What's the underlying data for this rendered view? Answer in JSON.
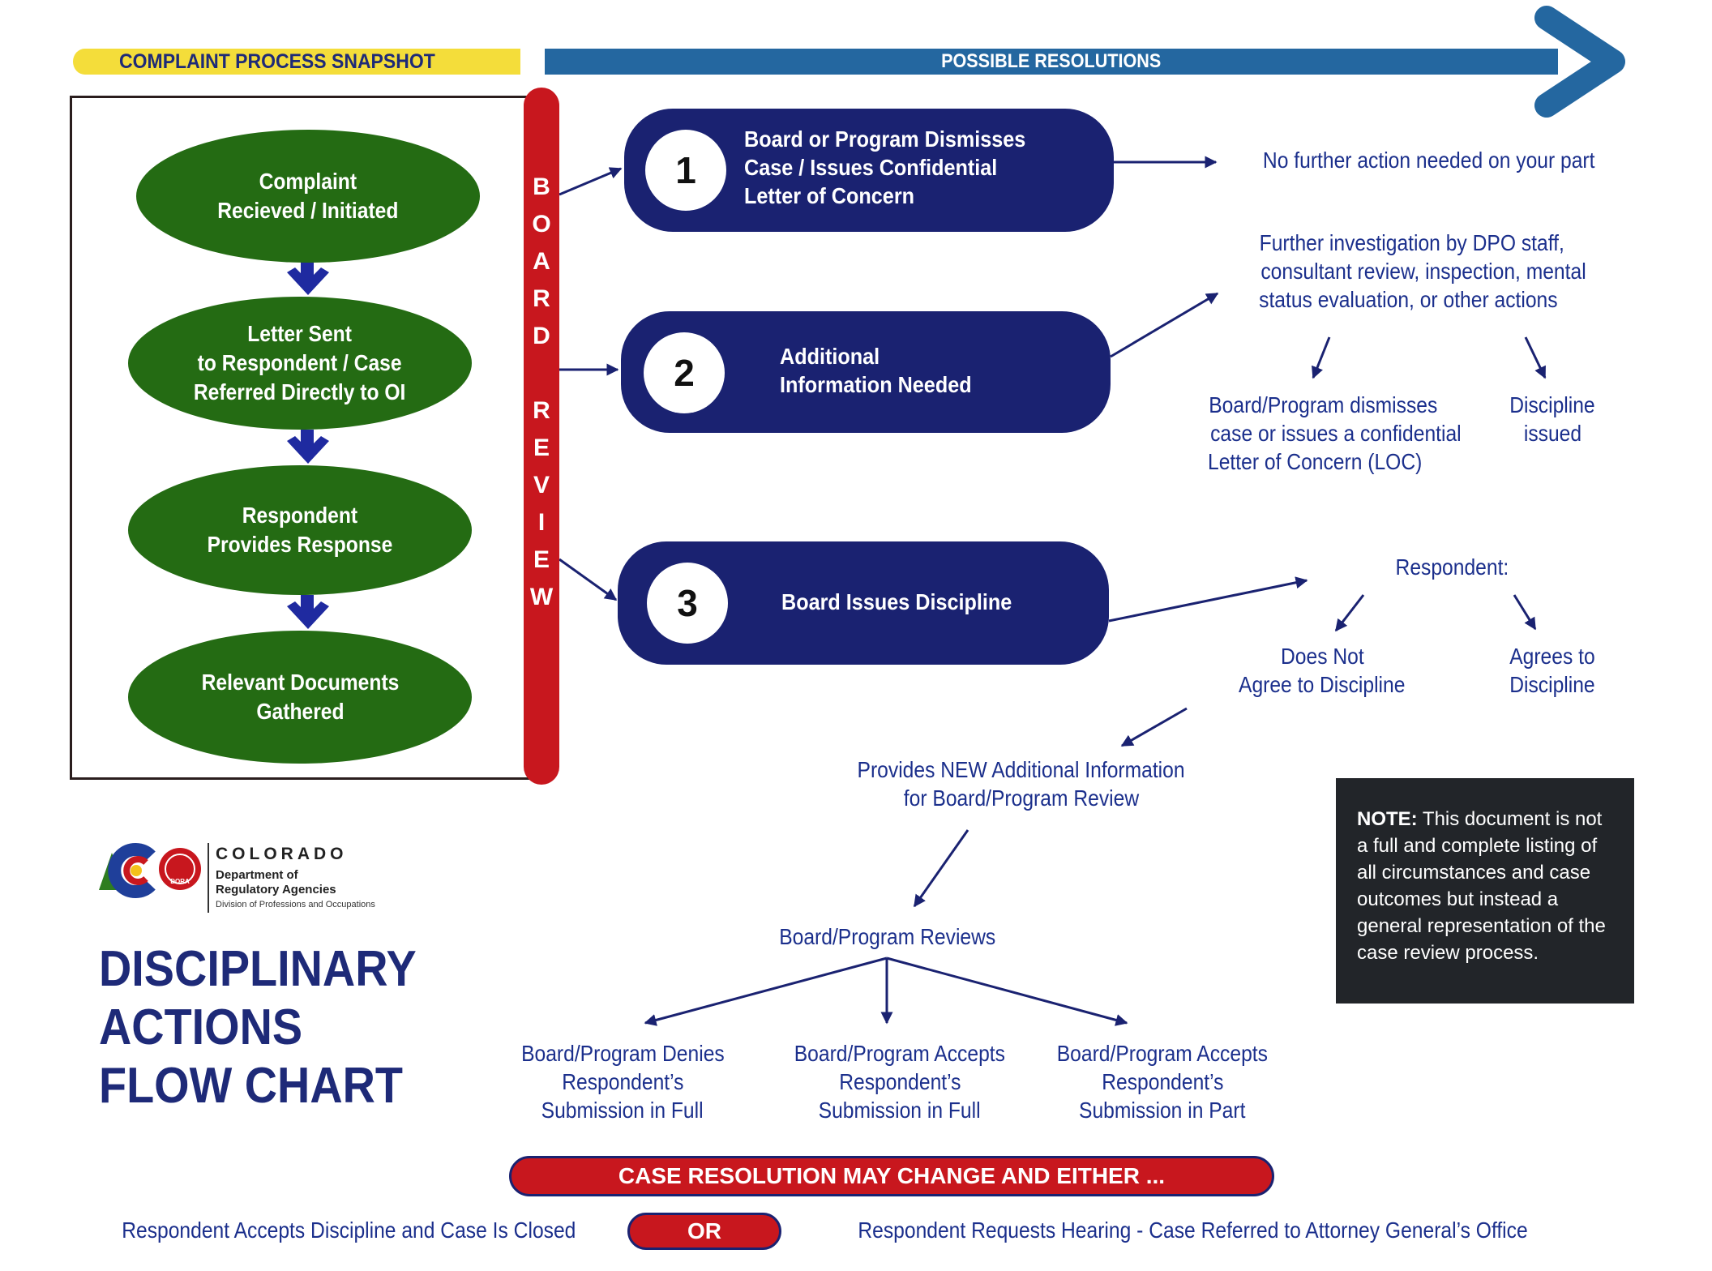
{
  "banner": {
    "left_label": "COMPLAINT PROCESS SNAPSHOT",
    "right_label": "POSSIBLE RESOLUTIONS"
  },
  "process_steps": [
    {
      "line1": "Complaint",
      "line2": "Recieved / Initiated",
      "line3": ""
    },
    {
      "line1": "Letter Sent",
      "line2": "to Respondent / Case",
      "line3": "Referred Directly to OI"
    },
    {
      "line1": "Respondent",
      "line2": "Provides Response",
      "line3": ""
    },
    {
      "line1": "Relevant Documents",
      "line2": "Gathered",
      "line3": ""
    }
  ],
  "board_review": [
    "B",
    "O",
    "A",
    "R",
    "D",
    "R",
    "E",
    "V",
    "I",
    "E",
    "W"
  ],
  "resolutions": [
    {
      "number": "1",
      "line1": "Board or Program Dismisses",
      "line2": "Case / Issues Confidential",
      "line3": "Letter of Concern"
    },
    {
      "number": "2",
      "line1": "Additional",
      "line2": "Information Needed",
      "line3": ""
    },
    {
      "number": "3",
      "line1": "Board Issues Discipline",
      "line2": "",
      "line3": ""
    }
  ],
  "outcomes": {
    "r1_result": "No further action needed on your part",
    "r2_result_l1": "Further investigation by DPO staff,",
    "r2_result_l2": "consultant review, inspection, mental",
    "r2_result_l3": "status evaluation, or other actions",
    "r2_dismiss_l1": "Board/Program dismisses",
    "r2_dismiss_l2": "case or issues a confidential",
    "r2_dismiss_l3": "Letter of Concern (LOC)",
    "r2_discipline_l1": "Discipline",
    "r2_discipline_l2": "issued",
    "respondent": "Respondent:",
    "not_agree_l1": "Does Not",
    "not_agree_l2": "Agree to Discipline",
    "agree_l1": "Agrees to",
    "agree_l2": "Discipline",
    "new_info_l1": "Provides NEW Additional Information",
    "new_info_l2": "for Board/Program Review",
    "reviews": "Board/Program Reviews",
    "deny_l1": "Board/Program Denies",
    "deny_l2": "Respondent’s",
    "deny_l3": "Submission in Full",
    "accept_full_l1": "Board/Program Accepts",
    "accept_full_l2": "Respondent’s",
    "accept_full_l3": "Submission in Full",
    "accept_part_l1": "Board/Program Accepts",
    "accept_part_l2": "Respondent’s",
    "accept_part_l3": "Submission in Part"
  },
  "logo": {
    "state": "COLORADO",
    "dept_l1": "Department of",
    "dept_l2": "Regulatory Agencies",
    "division": "Division of Professions and Occupations",
    "badge": "DORA"
  },
  "title": {
    "line1": "DISCIPLINARY",
    "line2": "ACTIONS",
    "line3": "FLOW CHART"
  },
  "note": {
    "label": "NOTE:",
    "text": " This document is not a full and complete listing of all circumstances and case outcomes but instead a general representation of the case review process."
  },
  "bottom": {
    "banner": "CASE RESOLUTION MAY CHANGE AND EITHER ...",
    "left": "Respondent Accepts Discipline and Case Is Closed",
    "or": "OR",
    "right": "Respondent Requests Hearing - Case Referred to Attorney General’s Office"
  },
  "colors": {
    "navy": "#1a2271",
    "green": "#246b13",
    "red": "#c8171e",
    "yellow": "#f4dd3a",
    "steel_blue": "#2467a0",
    "text_blue": "#1b2f8c"
  }
}
